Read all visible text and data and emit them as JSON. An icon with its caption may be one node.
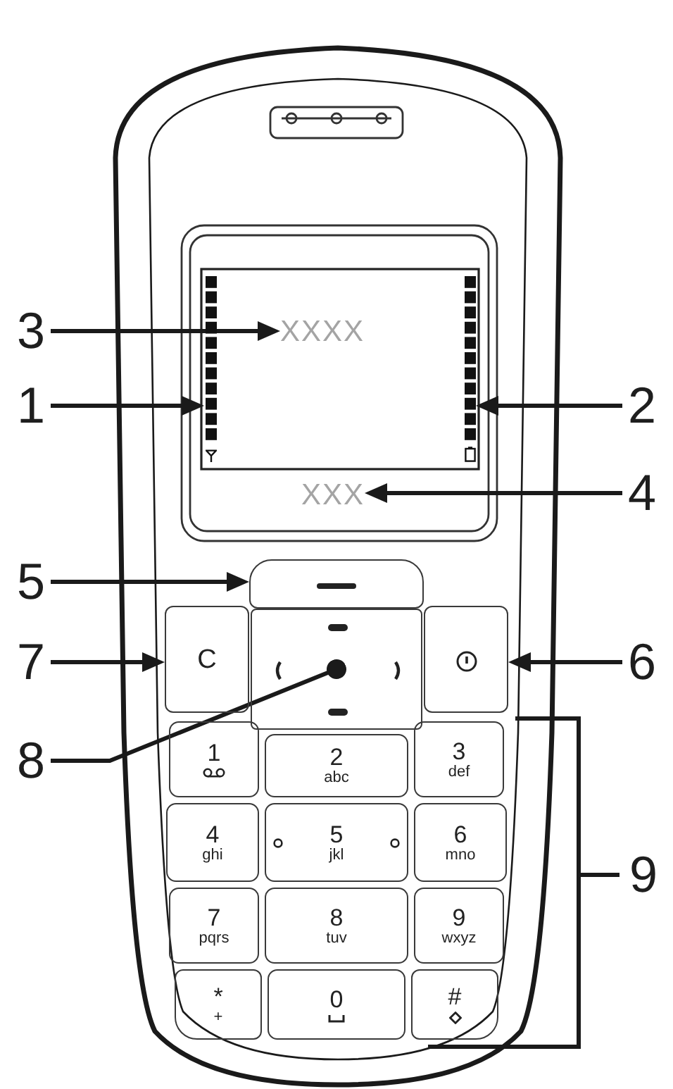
{
  "diagram": {
    "nodes": [
      {
        "text": [
          "3"
        ]
      },
      {
        "text": [
          "XXXX"
        ]
      },
      {
        "text": [
          "1"
        ]
      },
      {
        "text": [],
        "shape": "bar"
      },
      {
        "text": [],
        "shape": "bar"
      },
      {
        "text": [
          "2"
        ]
      },
      {
        "text": [
          "XXX"
        ]
      },
      {
        "text": [
          "4"
        ]
      },
      {
        "text": [
          "5"
        ]
      },
      {
        "text": [],
        "shape": "box"
      },
      {
        "text": [
          "7"
        ]
      },
      {
        "text": [
          "C"
        ]
      },
      {
        "text": [],
        "shape": "box"
      },
      {
        "text": [],
        "shape": "box"
      },
      {
        "text": [
          "6"
        ]
      },
      {
        "text": [
          "8"
        ]
      },
      {
        "text": [
          "1"
        ]
      },
      {
        "text": [
          "2",
          "abc"
        ]
      },
      {
        "text": [
          "3",
          "def"
        ]
      },
      {
        "text": [
          "4",
          "ghi"
        ]
      },
      {
        "text": [
          "5",
          "jkl"
        ]
      },
      {
        "text": [
          "6",
          "mno"
        ]
      },
      {
        "text": [
          "7",
          "pqrs"
        ]
      },
      {
        "text": [
          "8",
          "tuv"
        ]
      },
      {
        "text": [
          "9",
          "wxyz"
        ]
      },
      {
        "text": [
          "*",
          "+"
        ]
      },
      {
        "text": [
          "0"
        ]
      },
      {
        "text": [
          "#"
        ]
      }
    ],
    "edges": [
      {
        "from": 0,
        "to": 1,
        "arrow": "to"
      },
      {
        "from": 2,
        "to": 3,
        "arrow": "to"
      },
      {
        "from": 5,
        "to": 4,
        "arrow": "to"
      },
      {
        "from": 7,
        "to": 6,
        "arrow": "to"
      },
      {
        "from": 8,
        "to": 9,
        "arrow": "to"
      },
      {
        "from": 10,
        "to": 11,
        "arrow": "to"
      },
      {
        "from": 14,
        "to": 13,
        "arrow": "to"
      },
      {
        "from": 15,
        "to": 12,
        "arrow": "other"
      }
    ],
    "labels": [
      "9"
    ]
  }
}
